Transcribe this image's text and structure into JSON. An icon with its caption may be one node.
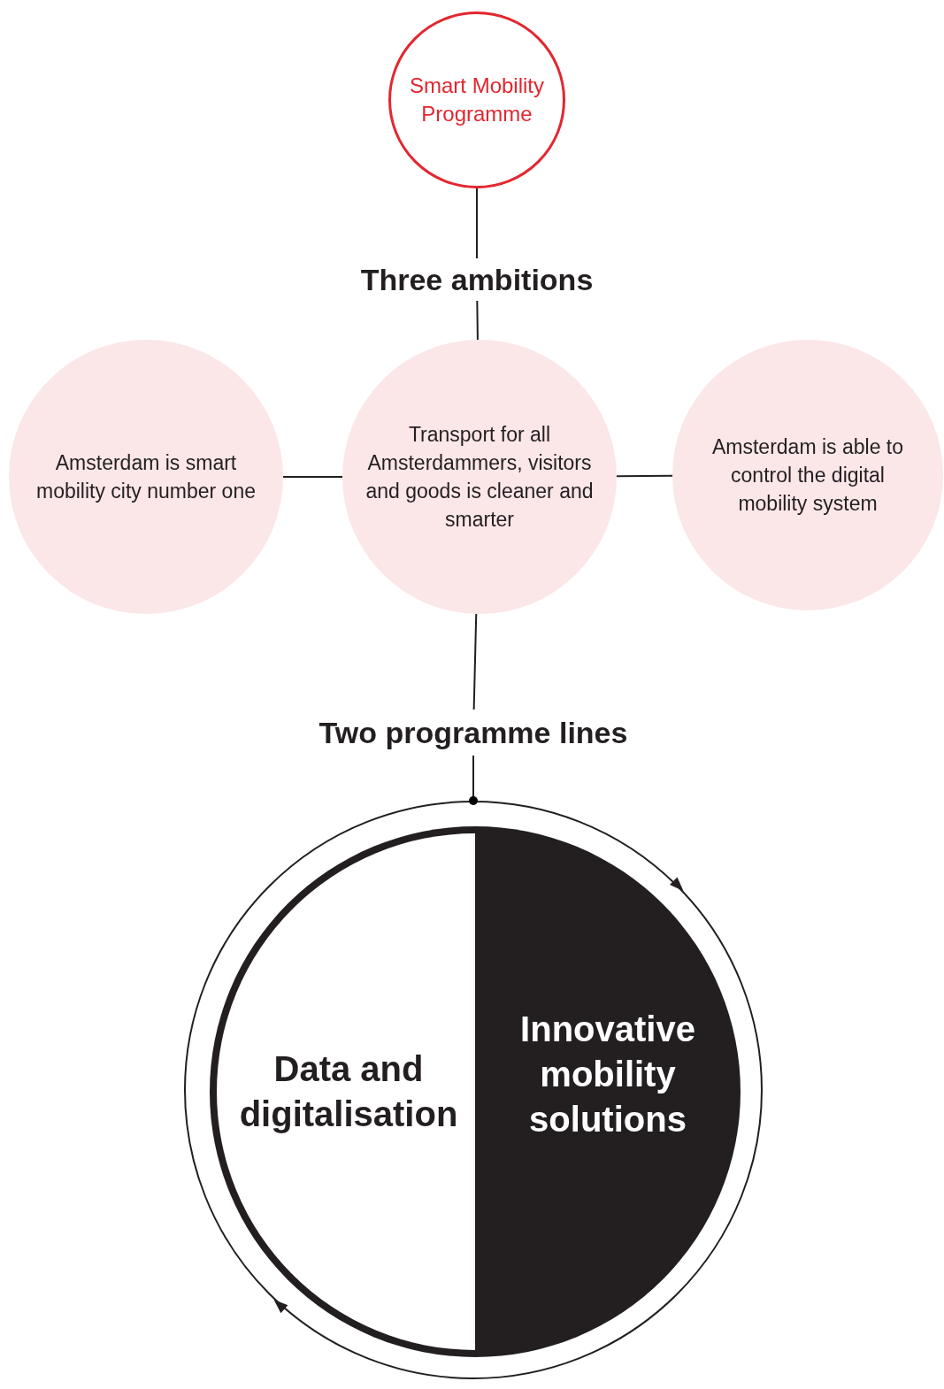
{
  "diagram": {
    "nodes": [
      {
        "text": [
          "Smart Mobility Programme"
        ]
      },
      {
        "text": [
          "Three ambitions"
        ]
      },
      {
        "text": [
          "Amsterdam is smart mobility city number one"
        ]
      },
      {
        "text": [
          "Transport for all Amsterdammers, visitors and goods is cleaner and smarter"
        ]
      },
      {
        "text": [
          "Amsterdam is able to control the digital mobility system"
        ]
      },
      {
        "text": [
          "Two programme lines"
        ]
      },
      {
        "text": [],
        "shape": "circle"
      },
      {
        "text": [
          "Data and digitalisation"
        ],
        "in": 6
      },
      {
        "text": [
          "Innovative mobility solutions"
        ],
        "in": 6
      }
    ],
    "edges": [
      {
        "from": 0,
        "to": 1,
        "arrow": "none"
      },
      {
        "from": 1,
        "to": 3,
        "arrow": "none"
      },
      {
        "from": 2,
        "to": 3,
        "arrow": "none"
      },
      {
        "from": 3,
        "to": 4,
        "arrow": "none"
      },
      {
        "from": 3,
        "to": 5,
        "arrow": "none"
      },
      {
        "from": 5,
        "to": 6,
        "arrow": "other"
      }
    ]
  }
}
